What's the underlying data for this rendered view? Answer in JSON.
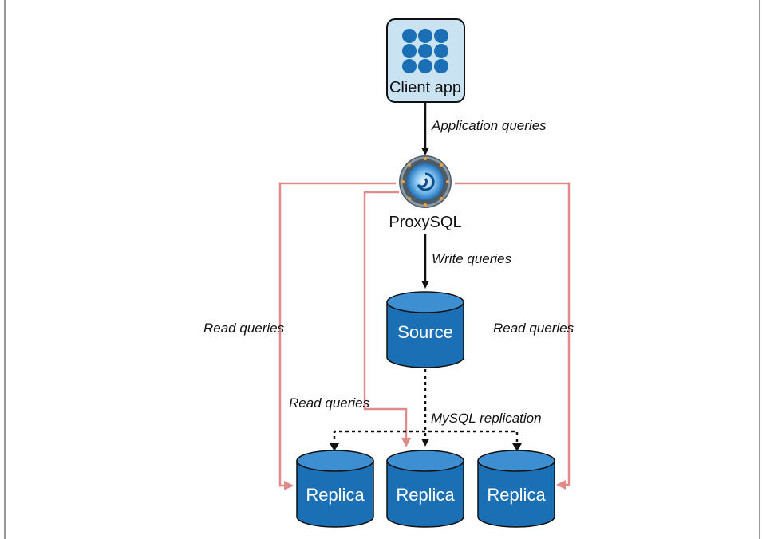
{
  "diagram": {
    "client": {
      "label": "Client app",
      "icon": "app-grid-icon"
    },
    "proxy": {
      "label": "ProxySQL",
      "icon": "proxysql-logo-icon"
    },
    "source": {
      "label": "Source"
    },
    "replicas": [
      {
        "label": "Replica"
      },
      {
        "label": "Replica"
      },
      {
        "label": "Replica"
      }
    ],
    "edges": {
      "application_queries": "Application queries",
      "write_queries": "Write queries",
      "read_queries_left": "Read queries",
      "read_queries_middle": "Read queries",
      "read_queries_right": "Read queries",
      "replication": "MySQL replication"
    },
    "colors": {
      "db_blue": "#1a6fb5",
      "db_top": "#3d8fd1",
      "read_path": "#e08a8a",
      "client_box": "#c9e3f3",
      "text_dark": "#111111"
    }
  }
}
